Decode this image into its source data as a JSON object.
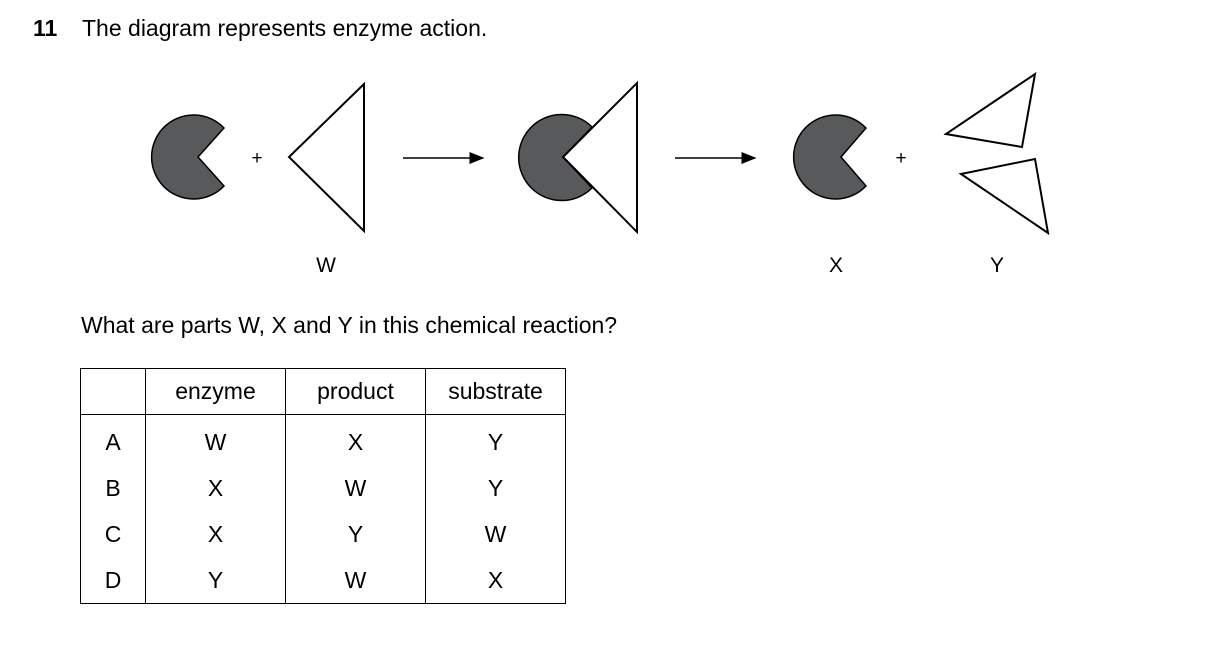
{
  "question": {
    "number": "11",
    "stem": "The diagram represents enzyme action.",
    "prompt": "What are parts W, X and Y in this chemical reaction?"
  },
  "diagram": {
    "plus_sign": "+",
    "labels": {
      "w": "W",
      "x": "X",
      "y": "Y"
    },
    "colors": {
      "enzyme_fill": "#58595b",
      "outline": "#000000"
    }
  },
  "table": {
    "headers": [
      "",
      "enzyme",
      "product",
      "substrate"
    ],
    "rows": [
      {
        "option": "A",
        "enzyme": "W",
        "product": "X",
        "substrate": "Y"
      },
      {
        "option": "B",
        "enzyme": "X",
        "product": "W",
        "substrate": "Y"
      },
      {
        "option": "C",
        "enzyme": "X",
        "product": "Y",
        "substrate": "W"
      },
      {
        "option": "D",
        "enzyme": "Y",
        "product": "W",
        "substrate": "X"
      }
    ]
  }
}
